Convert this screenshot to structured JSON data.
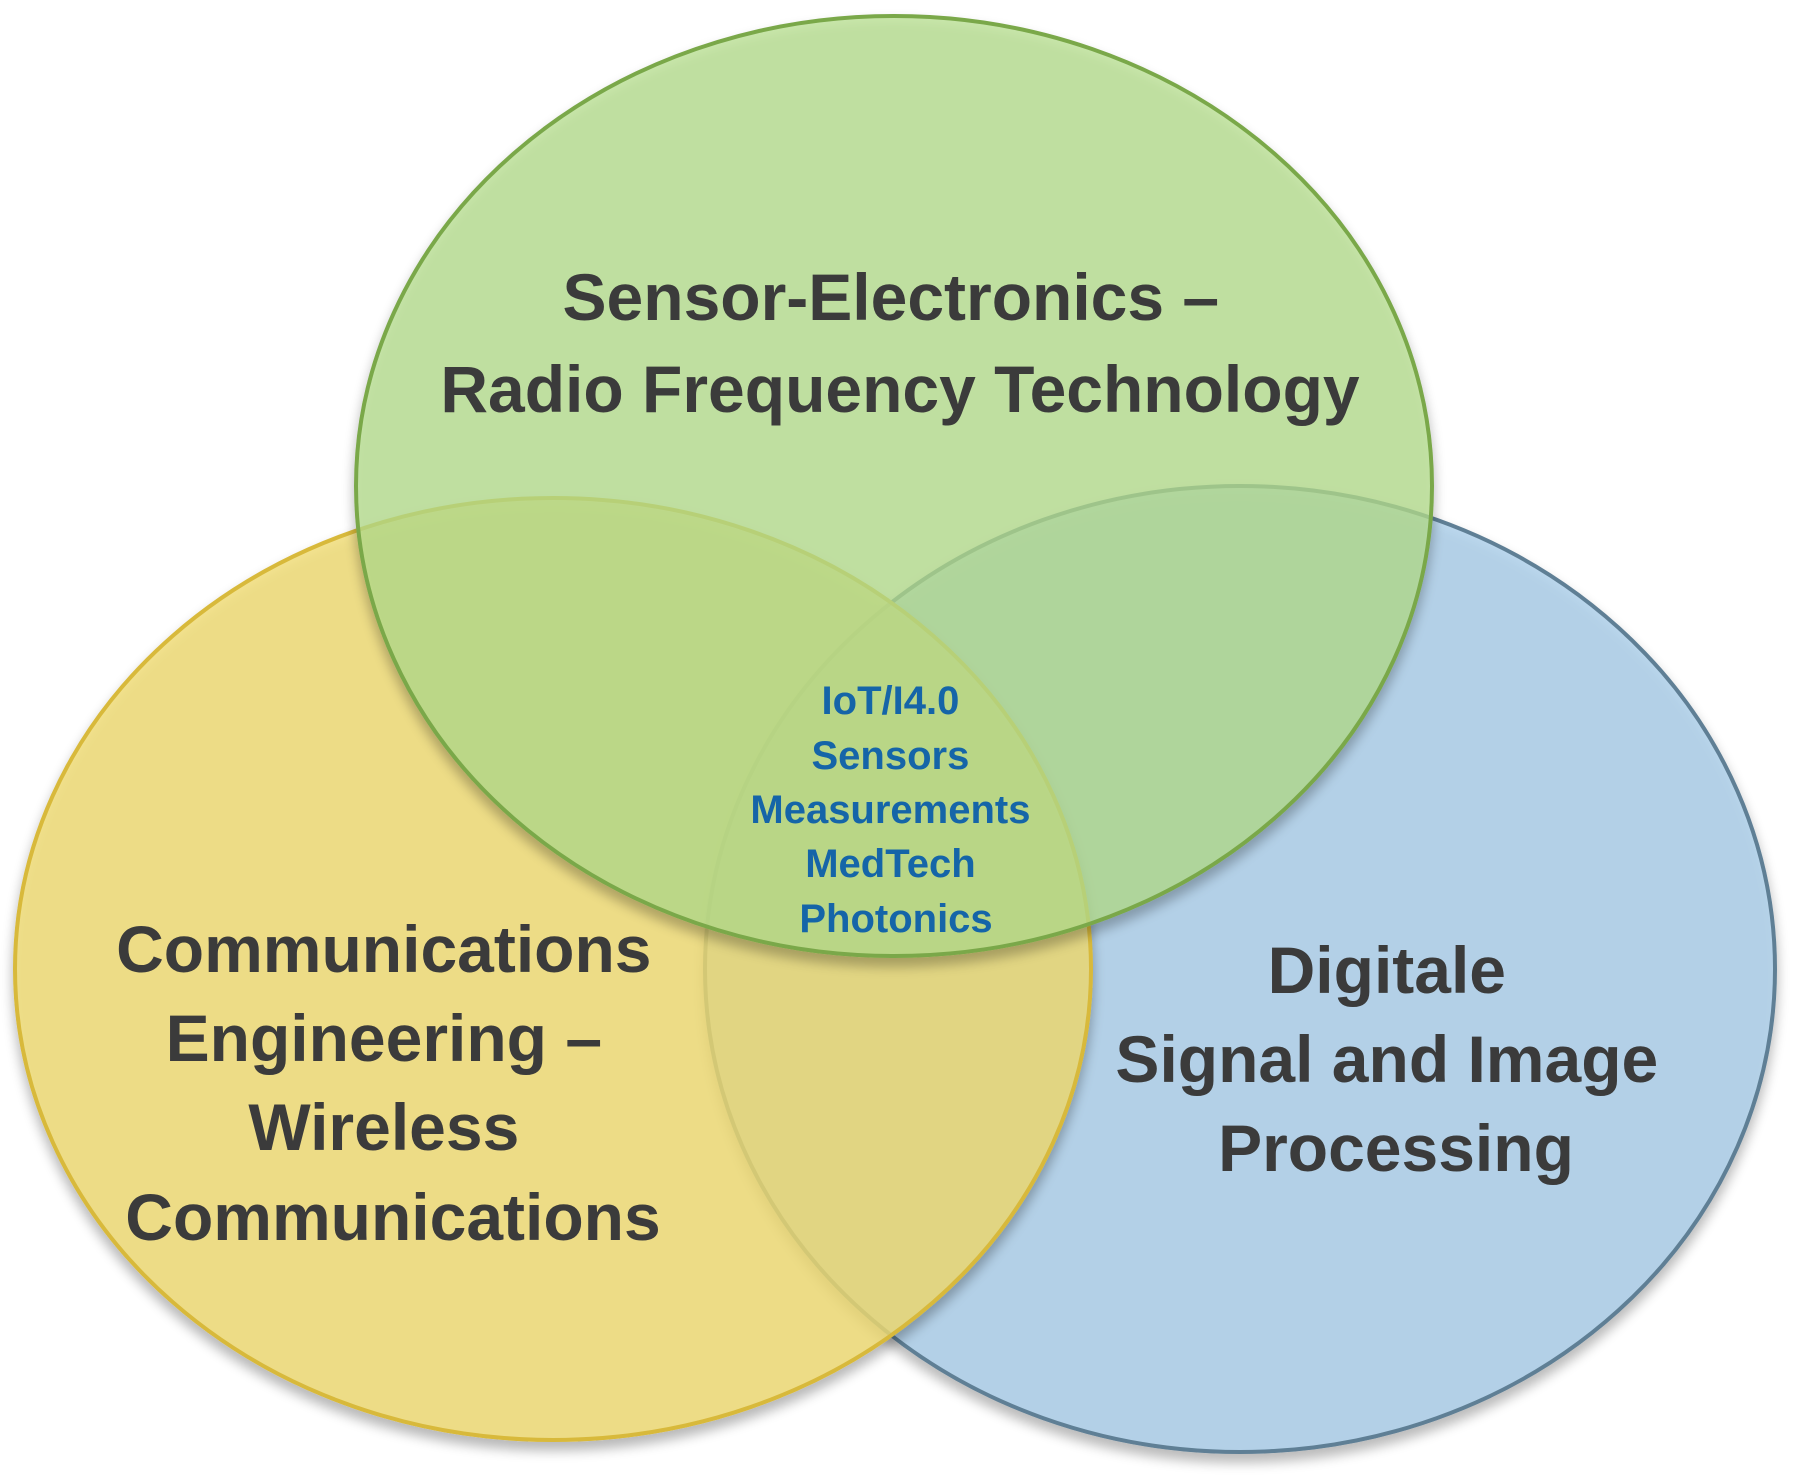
{
  "colors": {
    "green_fill": "#b5df8e",
    "green_stroke": "#7aa84a",
    "yellow_fill": "#f1dc72",
    "yellow_stroke": "#d8b93a",
    "blue_fill": "#a8cde9",
    "blue_stroke": "#5f7f95",
    "label_text": "#3b3b3b",
    "center_text": "#1565a8"
  },
  "circles": {
    "top": {
      "lines": [
        "Sensor-Electronics –",
        "Radio Frequency Technology"
      ]
    },
    "left": {
      "lines": [
        "Communications",
        "Engineering –",
        "Wireless",
        "Communications"
      ]
    },
    "right": {
      "lines": [
        "Digitale",
        "Signal and Image",
        "Processing"
      ]
    }
  },
  "center": {
    "lines": [
      "IoT/I4.0",
      "Sensors",
      "Measurements",
      "MedTech",
      "Photonics"
    ]
  }
}
